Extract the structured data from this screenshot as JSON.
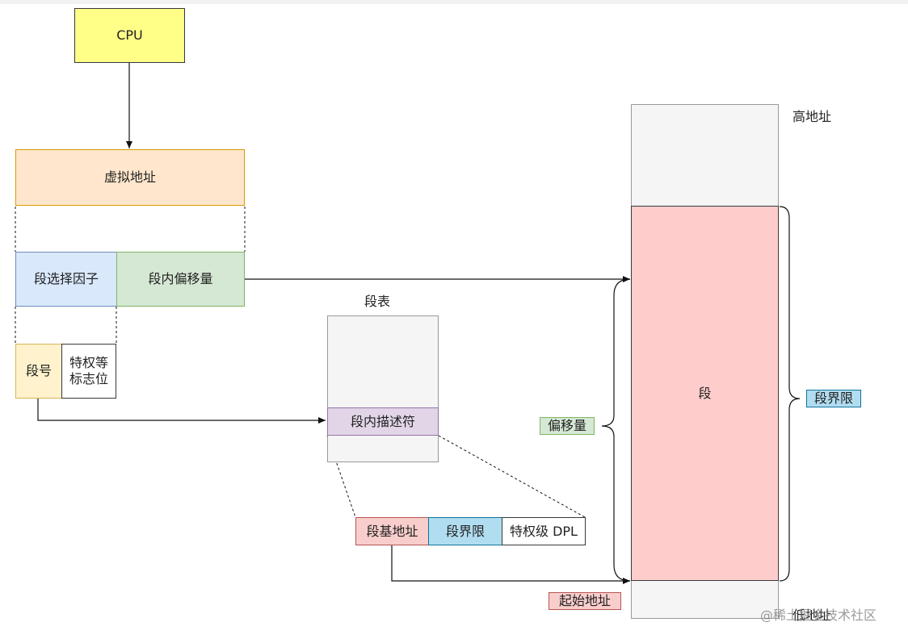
{
  "cpu": {
    "label": "CPU"
  },
  "virtual_address": {
    "label": "虚拟地址"
  },
  "segment_selector": {
    "label": "段选择因子"
  },
  "segment_offset": {
    "label": "段内偏移量"
  },
  "segment_number": {
    "label": "段号"
  },
  "privilege_flags": {
    "label": "特权等标志位"
  },
  "segment_table": {
    "title": "段表",
    "descriptor": "段内描述符"
  },
  "descriptor_fields": {
    "base": "段基地址",
    "limit": "段界限",
    "dpl": "特权级 DPL"
  },
  "memory": {
    "high_address": "高地址",
    "segment": "段",
    "segment_limit": "段界限",
    "offset": "偏移量",
    "start_address": "起始地址",
    "low_address": "低地址"
  },
  "watermark": "@稀土掘金技术社区",
  "colors": {
    "cpu": "#ffff88",
    "virtual_address": "#ffe6cc",
    "selector": "#dae8fc",
    "offset": "#d5e8d4",
    "segment_number": "#fff2cc",
    "descriptor": "#e1d5e7",
    "segment": "#ffcccc",
    "limit_label": "#b1ddf0",
    "table_bg": "#f5f5f5"
  }
}
